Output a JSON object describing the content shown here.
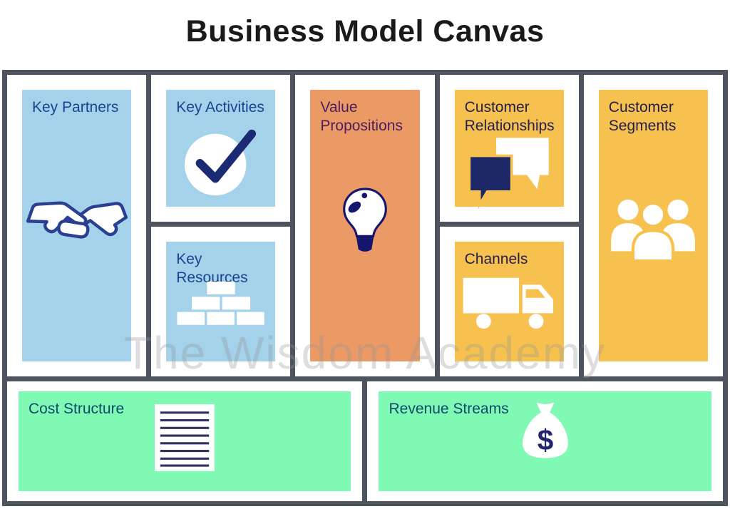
{
  "title": "Business Model Canvas",
  "watermark": "The Wisdom Academy",
  "colors": {
    "border_gray": "#4d545e",
    "light_blue": "#a3d2ea",
    "orange": "#eb9a66",
    "yellow": "#f7c14f",
    "mint_green": "#80f9b4",
    "label_blue": "#1c4391",
    "label_purple": "#4a1d5e",
    "label_navy": "#23204d",
    "label_teal": "#0d4a6b",
    "icon_navy": "#1c2a70"
  },
  "canvas": {
    "key_partners": {
      "label": "Key Partners",
      "icon": "handshake-icon"
    },
    "key_activities": {
      "label": "Key Activities",
      "icon": "checkmark-circle-icon"
    },
    "key_resources": {
      "label": "Key Resources",
      "icon": "bricks-icon"
    },
    "value_propositions": {
      "label": "Value Propositions",
      "icon": "lightbulb-icon"
    },
    "customer_relationships": {
      "label": "Customer Relationships",
      "icon": "speech-bubbles-icon"
    },
    "channels": {
      "label": "Channels",
      "icon": "delivery-truck-icon"
    },
    "customer_segments": {
      "label": "Customer Segments",
      "icon": "people-group-icon"
    },
    "cost_structure": {
      "label": "Cost Structure",
      "icon": "lined-document-icon"
    },
    "revenue_streams": {
      "label": "Revenue Streams",
      "icon": "money-bag-icon",
      "currency_symbol": "$"
    }
  }
}
